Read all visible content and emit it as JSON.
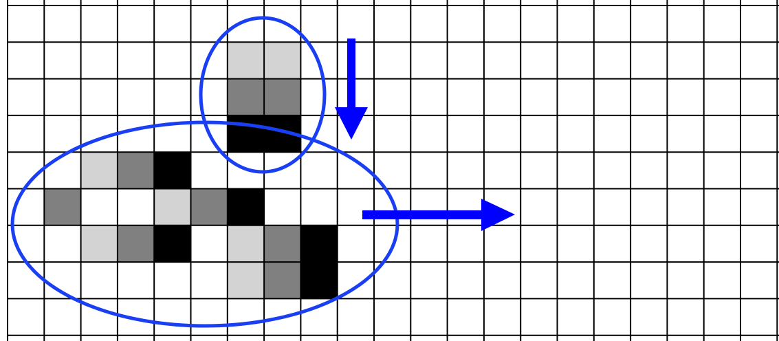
{
  "grid": {
    "rows": 9,
    "cols": 21,
    "background": "#ffffff",
    "line_color": "#000000"
  },
  "shade_colors": {
    "light": "#d3d3d3",
    "mid": "#808080",
    "dark": "#000000"
  },
  "cells": [
    {
      "row": 1,
      "col": 6,
      "shade": "light"
    },
    {
      "row": 1,
      "col": 7,
      "shade": "light"
    },
    {
      "row": 2,
      "col": 6,
      "shade": "mid"
    },
    {
      "row": 2,
      "col": 7,
      "shade": "mid"
    },
    {
      "row": 3,
      "col": 6,
      "shade": "dark"
    },
    {
      "row": 3,
      "col": 7,
      "shade": "dark"
    },
    {
      "row": 4,
      "col": 2,
      "shade": "light"
    },
    {
      "row": 4,
      "col": 3,
      "shade": "mid"
    },
    {
      "row": 4,
      "col": 4,
      "shade": "dark"
    },
    {
      "row": 5,
      "col": 1,
      "shade": "mid"
    },
    {
      "row": 5,
      "col": 4,
      "shade": "light"
    },
    {
      "row": 5,
      "col": 5,
      "shade": "mid"
    },
    {
      "row": 5,
      "col": 6,
      "shade": "dark"
    },
    {
      "row": 6,
      "col": 2,
      "shade": "light"
    },
    {
      "row": 6,
      "col": 3,
      "shade": "mid"
    },
    {
      "row": 6,
      "col": 4,
      "shade": "dark"
    },
    {
      "row": 6,
      "col": 6,
      "shade": "light"
    },
    {
      "row": 6,
      "col": 7,
      "shade": "mid"
    },
    {
      "row": 6,
      "col": 8,
      "shade": "dark"
    },
    {
      "row": 7,
      "col": 6,
      "shade": "light"
    },
    {
      "row": 7,
      "col": 7,
      "shade": "mid"
    },
    {
      "row": 7,
      "col": 8,
      "shade": "dark"
    }
  ],
  "annotation_color": "#0000ff",
  "ellipse_color": "#1a3ff2",
  "ellipses": [
    {
      "name": "vertical-group-ellipse"
    },
    {
      "name": "horizontal-group-ellipse"
    }
  ],
  "arrows": [
    {
      "name": "down-arrow",
      "direction": "down"
    },
    {
      "name": "right-arrow",
      "direction": "right"
    }
  ]
}
